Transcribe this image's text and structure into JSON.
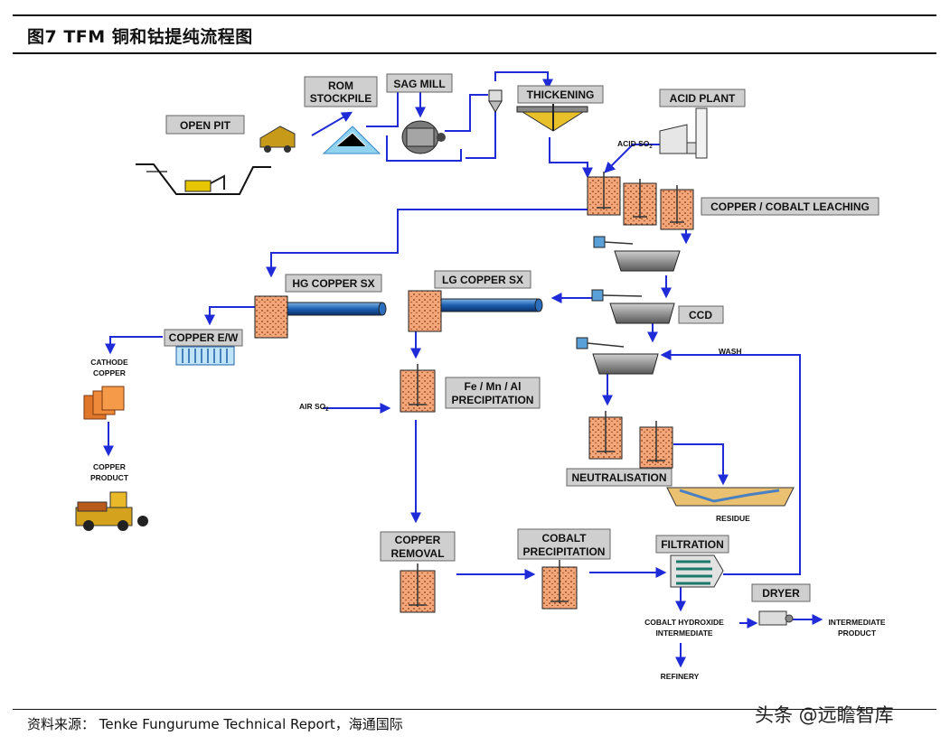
{
  "header": {
    "title": "图7   TFM 铜和钴提纯流程图"
  },
  "footer": {
    "source": "资料来源：  Tenke Fungurume Technical Report，海通国际",
    "watermark": "头条 @远瞻智库"
  },
  "diagram": {
    "open_pit": "OPEN PIT",
    "rom_stockpile": [
      "ROM",
      "STOCKPILE"
    ],
    "sag_mill": "SAG MILL",
    "thickening": "THICKENING",
    "acid_plant": "ACID PLANT",
    "acid_so2": "ACID SO",
    "leaching": "COPPER / COBALT LEACHING",
    "hg_copper_sx": "HG COPPER SX",
    "lg_copper_sx": "LG COPPER SX",
    "ccd": "CCD",
    "wash": "WASH",
    "copper_ew": "COPPER E/W",
    "cathode_copper": [
      "CATHODE",
      "COPPER"
    ],
    "copper_product": [
      "COPPER",
      "PRODUCT"
    ],
    "fe_mn_al": [
      "Fe / Mn / Al",
      "PRECIPITATION"
    ],
    "air_so2": "AIR SO",
    "neutralisation": "NEUTRALISATION",
    "residue": "RESIDUE",
    "copper_removal": [
      "COPPER",
      "REMOVAL"
    ],
    "cobalt_precipitation": [
      "COBALT",
      "PRECIPITATION"
    ],
    "filtration": "FILTRATION",
    "dryer": "DRYER",
    "cobalt_hydroxide": [
      "COBALT HYDROXIDE",
      "INTERMEDIATE"
    ],
    "intermediate_product": [
      "INTERMEDIATE",
      "PRODUCT"
    ],
    "refinery": "REFINERY",
    "subscript_2": "2"
  }
}
